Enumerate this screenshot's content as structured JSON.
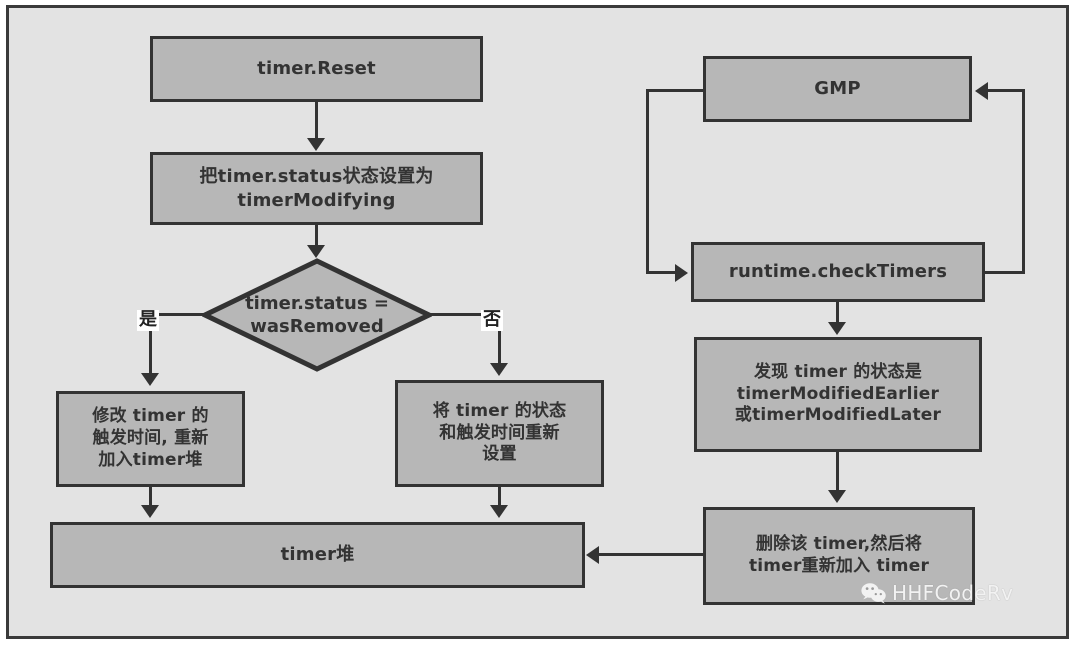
{
  "diagram": {
    "title": "Go timer.Reset and runtime.checkTimers flowchart",
    "background_color": "#e3e3e3",
    "node_fill": "#b7b7b7",
    "border_color": "#333333",
    "nodes": {
      "timer_reset": "timer.Reset",
      "set_status_modifying": "把timer.status状态设置为\ntimerModifying",
      "decision": "timer.status =\nwasRemoved",
      "modify_trigger_time": "修改 timer 的\n触发时间, 重新\n加入timer堆",
      "reset_status_and_time": "将 timer 的状态\n和触发时间重新\n设置",
      "timer_heap": "timer堆",
      "gmp": "GMP",
      "check_timers": "runtime.checkTimers",
      "found_status": "发现 timer 的状态是\ntimerModifiedEarlier\n或timerModifiedLater",
      "delete_and_readd": "删除该 timer,然后将\ntimer重新加入 timer"
    },
    "branch_labels": {
      "yes": "是",
      "no": "否"
    }
  },
  "watermark": {
    "text": "HHFCodeRv",
    "icon": "wechat-icon"
  }
}
